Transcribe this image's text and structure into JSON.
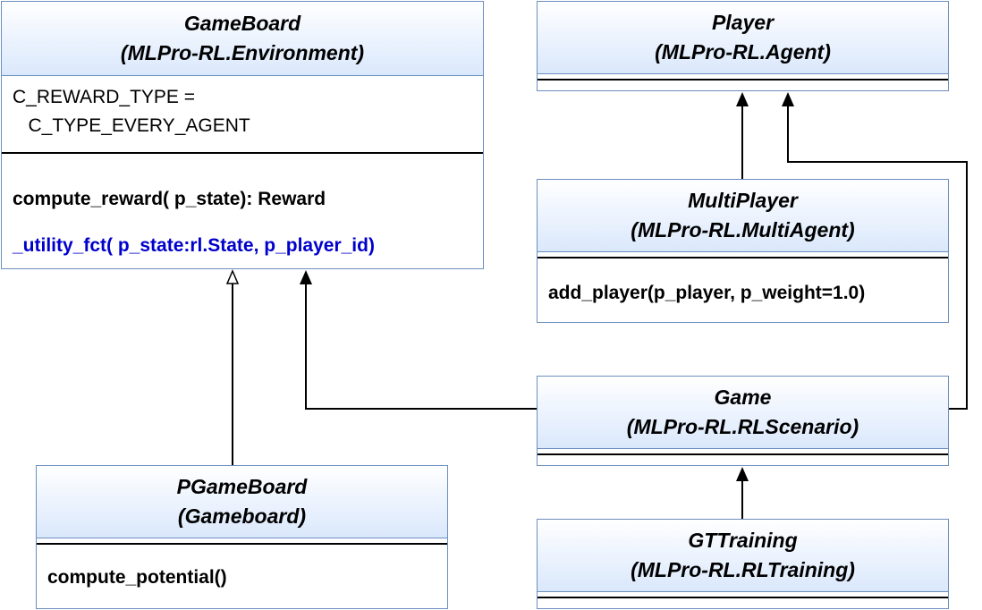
{
  "classes": {
    "gameboard": {
      "name": "GameBoard",
      "stereotype": "(MLPro-RL.Environment)",
      "attribute_line1": "C_REWARD_TYPE  =",
      "attribute_line2": "   C_TYPE_EVERY_AGENT",
      "methods": [
        "compute_reward( p_state): Reward",
        "_utility_fct( p_state:rl.State, p_player_id)"
      ]
    },
    "player": {
      "name": "Player",
      "stereotype": "(MLPro-RL.Agent)"
    },
    "multiplayer": {
      "name": "MultiPlayer",
      "stereotype": "(MLPro-RL.MultiAgent)",
      "methods": [
        "add_player(p_player, p_weight=1.0)"
      ]
    },
    "game": {
      "name": "Game",
      "stereotype": "(MLPro-RL.RLScenario)"
    },
    "gttraining": {
      "name": "GTTraining",
      "stereotype": "(MLPro-RL.RLTraining)"
    },
    "pgameboard": {
      "name": "PGameBoard",
      "stereotype": "(Gameboard)",
      "methods": [
        "compute_potential()"
      ]
    }
  },
  "colors": {
    "border": "#6c8ebf",
    "header_gradient_top": "#ffffff",
    "header_gradient_bottom": "#dae8fc",
    "highlight_method": "#0000cc"
  },
  "relations": [
    {
      "from": "pgameboard",
      "to": "gameboard",
      "type": "generalization"
    },
    {
      "from": "multiplayer",
      "to": "player",
      "type": "association"
    },
    {
      "from": "game",
      "to": "player",
      "type": "association"
    },
    {
      "from": "game",
      "to": "gameboard",
      "type": "association"
    },
    {
      "from": "gttraining",
      "to": "game",
      "type": "association"
    }
  ]
}
